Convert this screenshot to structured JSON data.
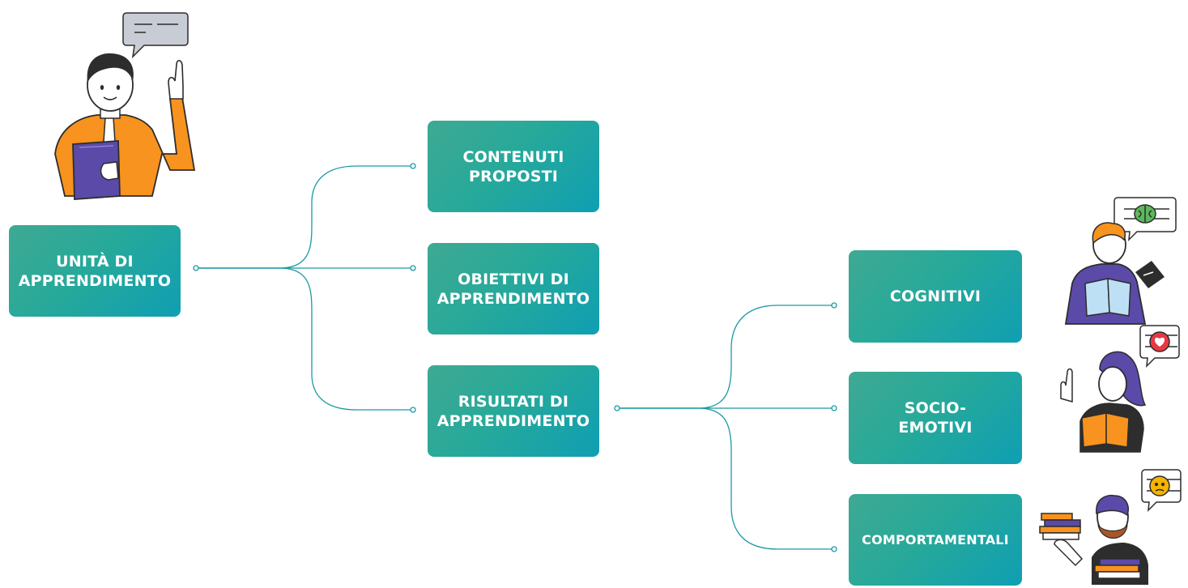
{
  "diagram": {
    "root": {
      "label": "UNITÀ DI\nAPPRENDIMENTO"
    },
    "level1": [
      {
        "label": "CONTENUTI\nPROPOSTI"
      },
      {
        "label": "OBIETTIVI DI\nAPPRENDIMENTO"
      },
      {
        "label": "RISULTATI DI\nAPPRENDIMENTO"
      }
    ],
    "level2": [
      {
        "label": "COGNITIVI"
      },
      {
        "label": "SOCIO-\nEMOTIVI"
      },
      {
        "label": "COMPORTAMENTALI"
      }
    ]
  },
  "colors": {
    "node_start": "#3fa993",
    "node_end": "#0f9fb3",
    "connector": "#1a9aa5",
    "node_text": "#ffffff",
    "shirt_orange": "#f7931e",
    "book_purple": "#5b4aa8",
    "heart_red": "#e63946",
    "brain_green": "#5cb85c",
    "emoji_yellow": "#f4b400"
  },
  "icons": [
    "teacher-pointing-icon",
    "speech-bubble-icon",
    "student-reading-brain-icon",
    "student-reading-heart-icon",
    "student-books-confused-icon"
  ]
}
